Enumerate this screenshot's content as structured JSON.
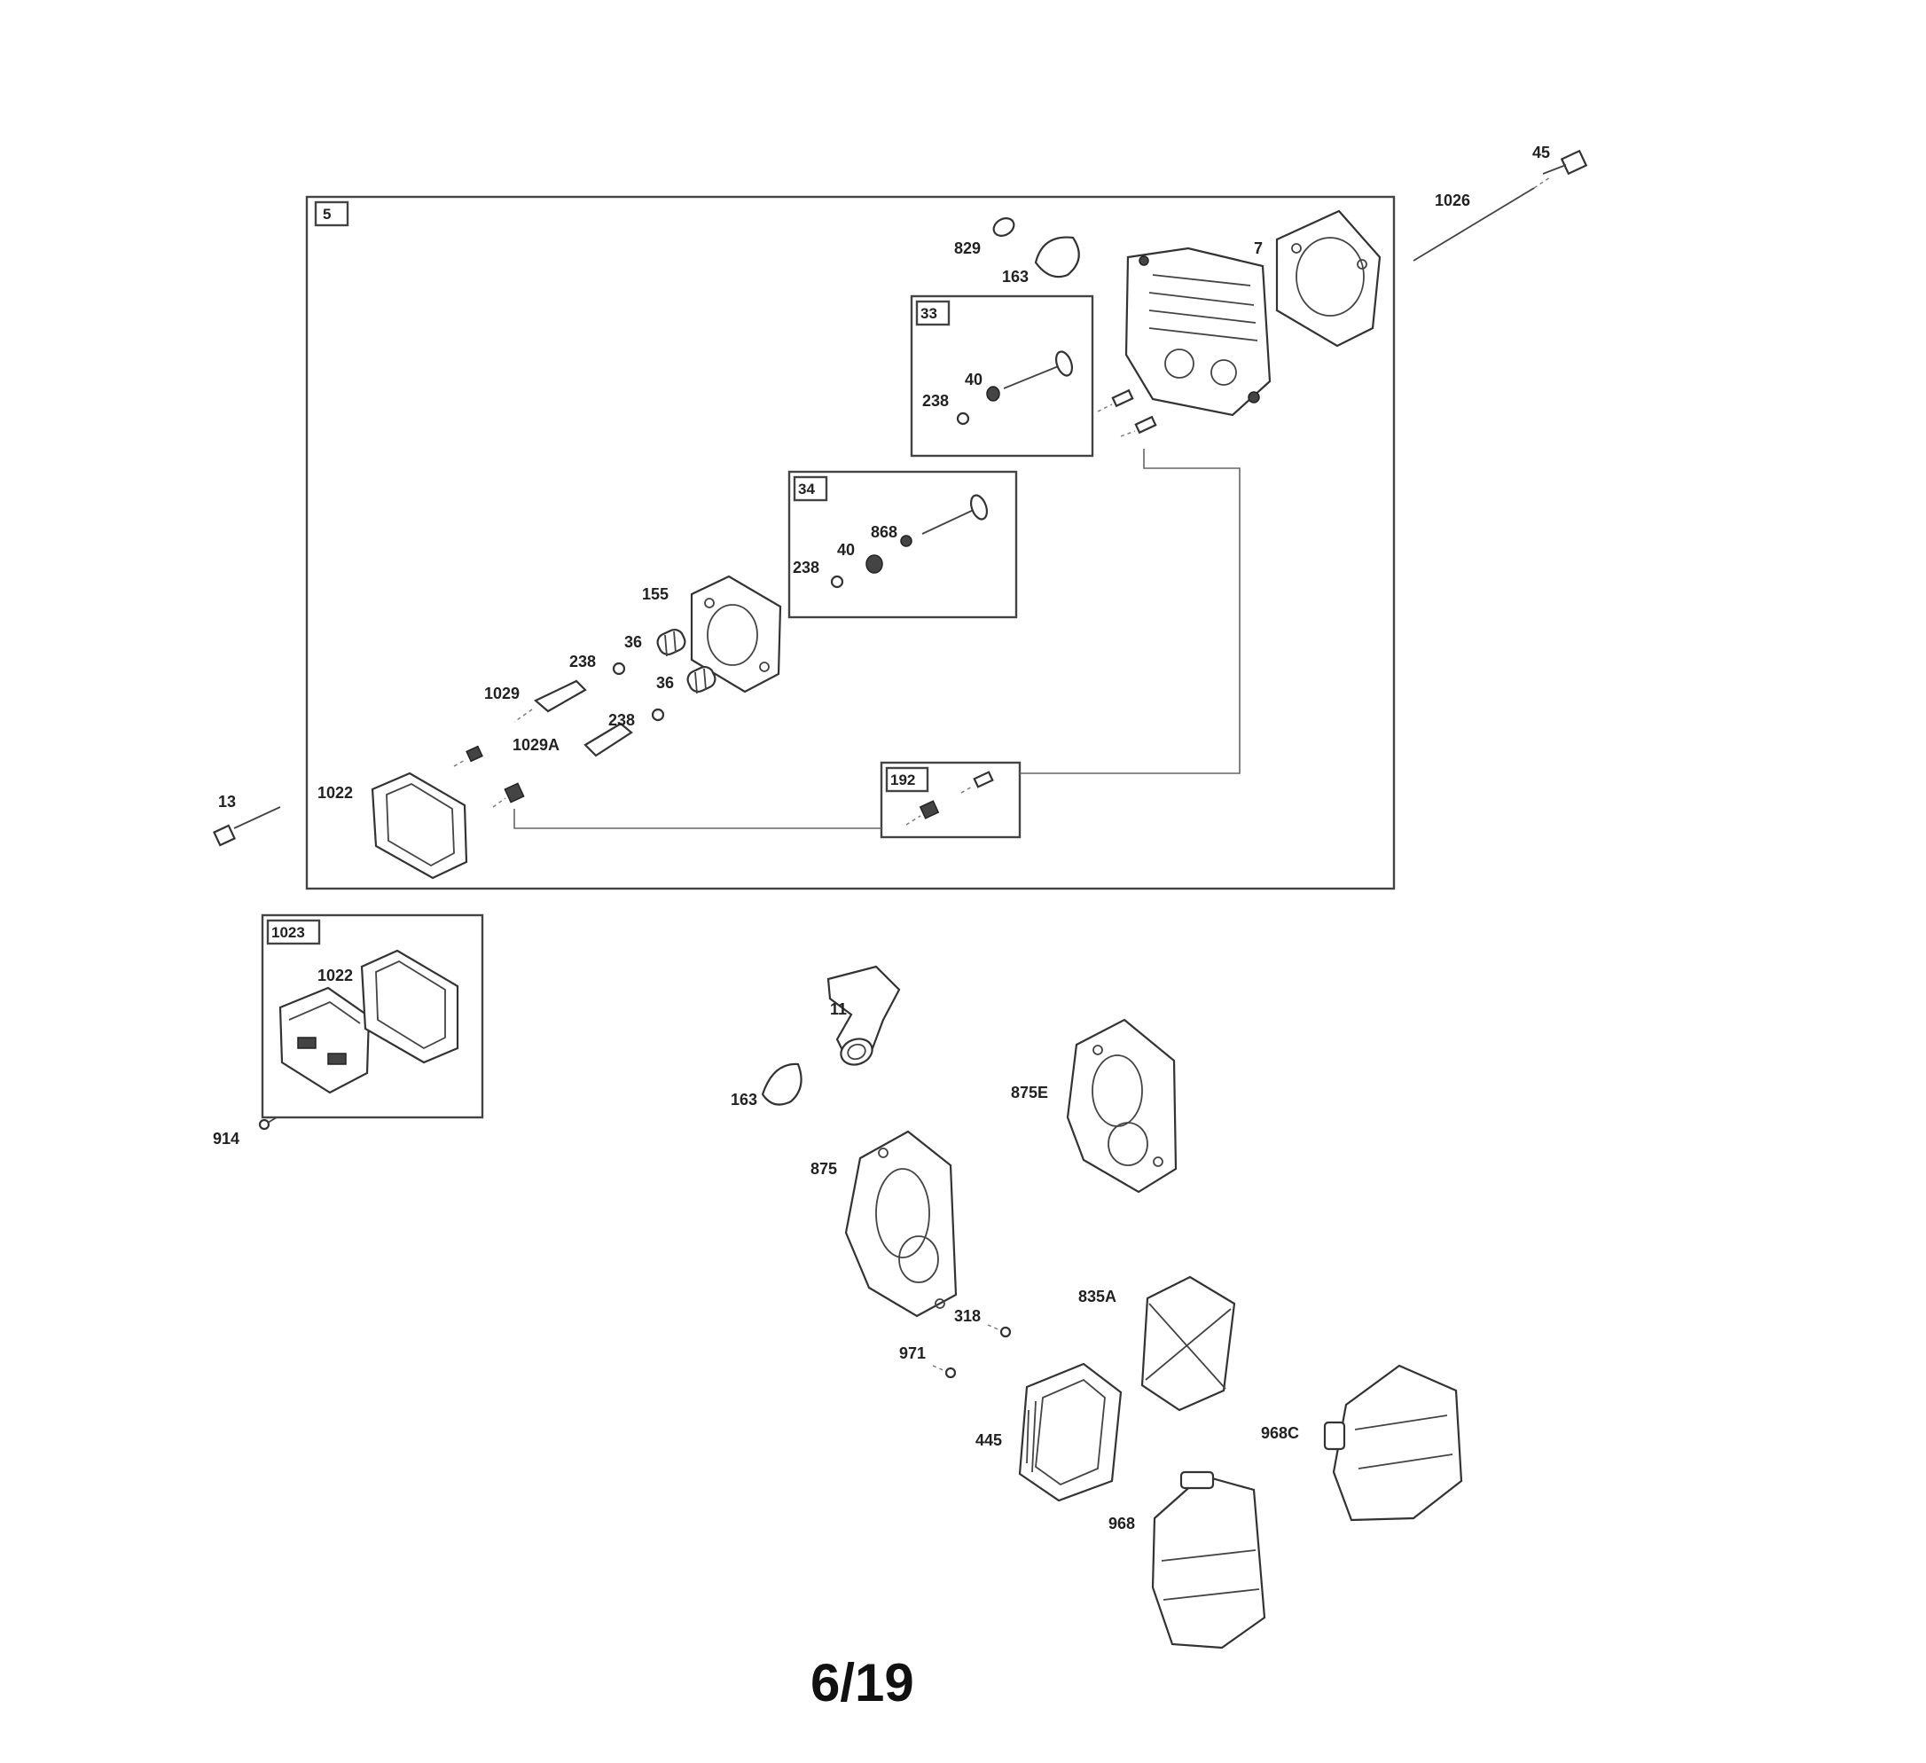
{
  "page_number": "6/19",
  "group_boxes": {
    "cylinder_head_assembly": "5",
    "intake_valve_kit": "33",
    "exhaust_valve_kit": "34",
    "rocker_stud_kit": "192",
    "valve_cover_kit": "1023"
  },
  "parts": {
    "p45": "45",
    "p1026": "1026",
    "p7": "7",
    "p829": "829",
    "p163a": "163",
    "p40a": "40",
    "p238a": "238",
    "p238b": "238",
    "p40b": "40",
    "p868": "868",
    "p155": "155",
    "p36a": "36",
    "p238c": "238",
    "p36b": "36",
    "p238d": "238",
    "p1029": "1029",
    "p1029A": "1029A",
    "p13": "13",
    "p1022a": "1022",
    "p1022b": "1022",
    "p914": "914",
    "p11": "11",
    "p163b": "163",
    "p875E": "875E",
    "p875": "875",
    "p318": "318",
    "p835A": "835A",
    "p971": "971",
    "p445": "445",
    "p968C": "968C",
    "p968": "968"
  }
}
